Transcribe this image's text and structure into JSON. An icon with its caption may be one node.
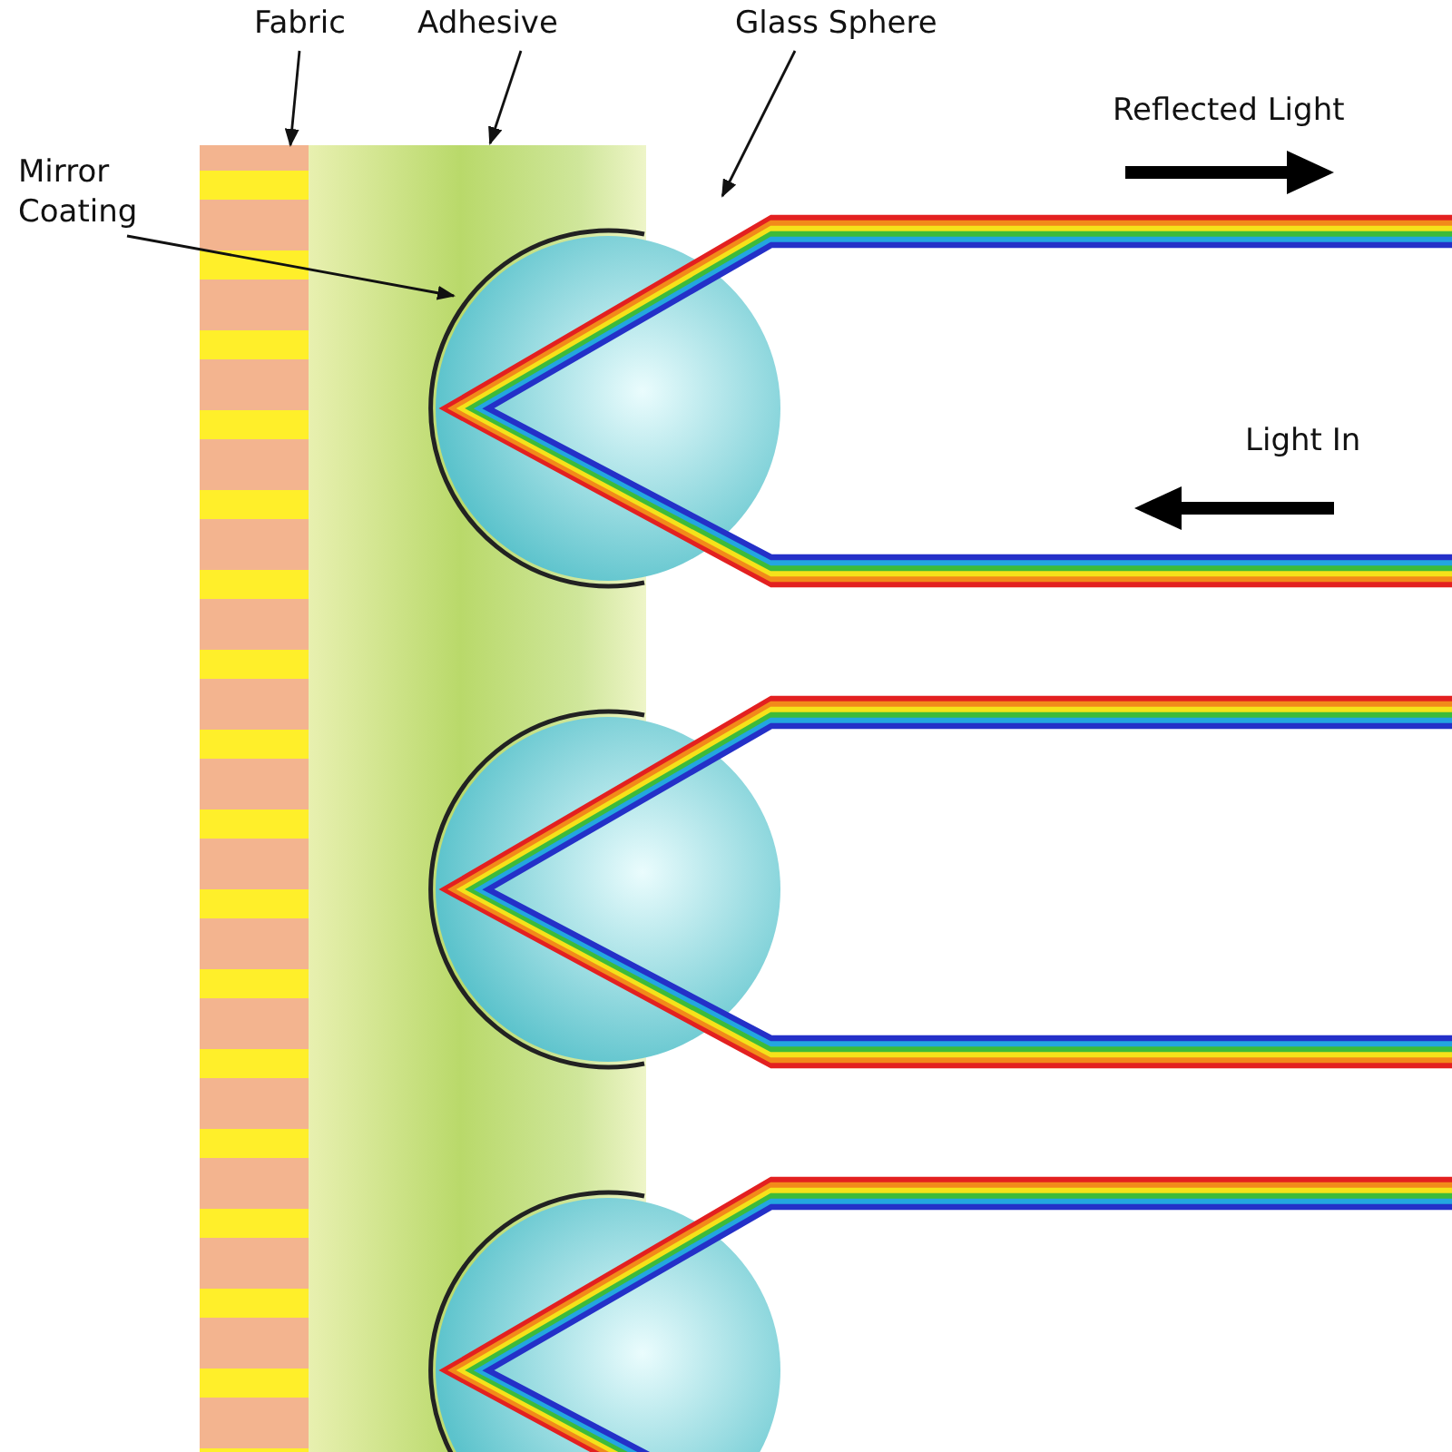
{
  "diagram": {
    "nodes": [
      {
        "text": [
          "Fabric"
        ]
      },
      {
        "text": [
          "Adhesive"
        ]
      },
      {
        "text": [
          "Glass Sphere"
        ]
      },
      {
        "text": [
          "Mirror Coating"
        ]
      },
      {
        "text": [],
        "shape": "picture"
      },
      {
        "text": [],
        "shape": "picture"
      },
      {
        "text": [],
        "shape": "picture",
        "in": 5
      },
      {
        "text": [],
        "shape": "picture"
      }
    ],
    "edges": [
      {
        "from": 0,
        "to": 4,
        "arrow": "to"
      },
      {
        "from": 1,
        "to": 5,
        "arrow": "to"
      },
      {
        "from": 2,
        "to": 7,
        "arrow": "to"
      },
      {
        "from": 3,
        "to": 6,
        "arrow": "to"
      }
    ],
    "labels": [
      "Reflected Light",
      "Light In"
    ]
  }
}
